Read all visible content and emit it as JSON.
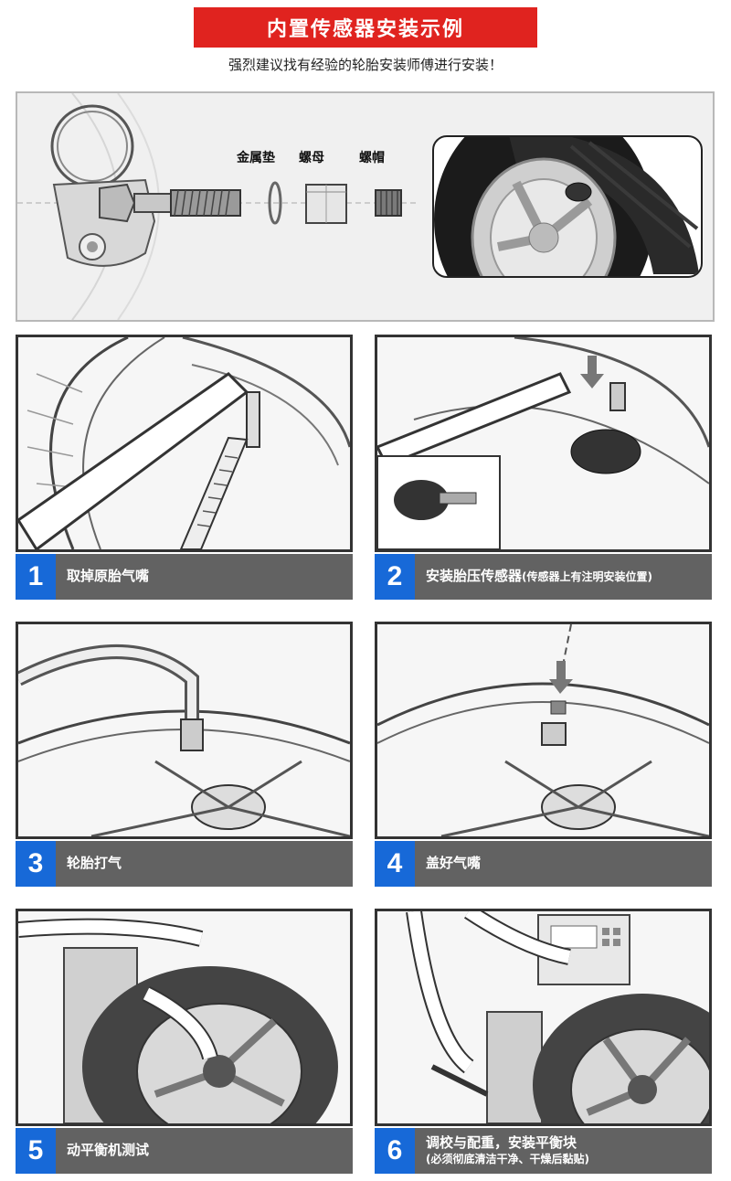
{
  "header": {
    "title": "内置传感器安装示例",
    "subtitle": "强烈建议找有经验的轮胎安装师傅进行安装！"
  },
  "hero": {
    "parts": [
      "金属垫",
      "螺母",
      "螺帽"
    ]
  },
  "steps": [
    {
      "number": "1",
      "label": "取掉原胎气嘴",
      "note": ""
    },
    {
      "number": "2",
      "label": "安装胎压传感器",
      "note": "(传感器上有注明安装位置)"
    },
    {
      "number": "3",
      "label": "轮胎打气",
      "note": ""
    },
    {
      "number": "4",
      "label": "盖好气嘴",
      "note": ""
    },
    {
      "number": "5",
      "label": "动平衡机测试",
      "note": ""
    },
    {
      "number": "6",
      "label": "调校与配重，安装平衡块",
      "note": "(必须彻底清洁干净、干燥后黏贴)"
    }
  ],
  "colors": {
    "banner": "#e0231f",
    "step_number_bg": "#1769d8",
    "caption_bg": "#626262"
  }
}
